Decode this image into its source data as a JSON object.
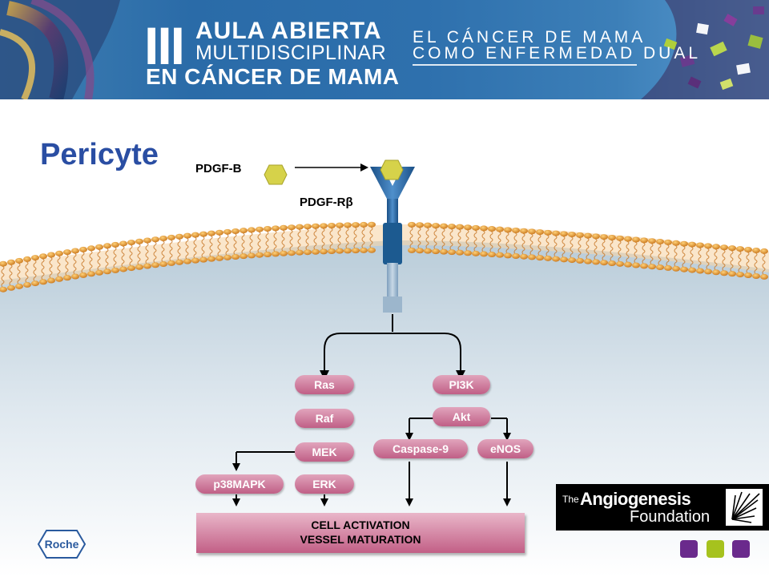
{
  "banner": {
    "roman": "III",
    "line1": "AULA ABIERTA",
    "line2": "MULTIDISCIPLINAR",
    "line3": "EN CÁNCER DE MAMA",
    "subtitle_line1": "EL CÁNCER DE MAMA",
    "subtitle_line2": "COMO ENFERMEDAD DUAL"
  },
  "title": "Pericyte",
  "ligand_label": "PDGF-B",
  "receptor_label": "PDGF-Rβ",
  "nodes": {
    "ras": "Ras",
    "raf": "Raf",
    "mek": "MEK",
    "erk": "ERK",
    "p38": "p38MAPK",
    "pi3k": "PI3K",
    "akt": "Akt",
    "caspase9": "Caspase-9",
    "enos": "eNOS"
  },
  "outcome": {
    "line1": "CELL ACTIVATION",
    "line2": "VESSEL MATURATION"
  },
  "foundation": {
    "the": "The",
    "name1": "Angiogenesis",
    "name2": "Foundation"
  },
  "sponsor": "Roche",
  "colors": {
    "title": "#2a4ea3",
    "node": "#c9709a",
    "membrane_head": "#e49a2c",
    "receptor": "#1f5f9e",
    "hexagon": "#d6d24a",
    "square_purple": "#6a2a8c",
    "square_green": "#a6c21e"
  }
}
